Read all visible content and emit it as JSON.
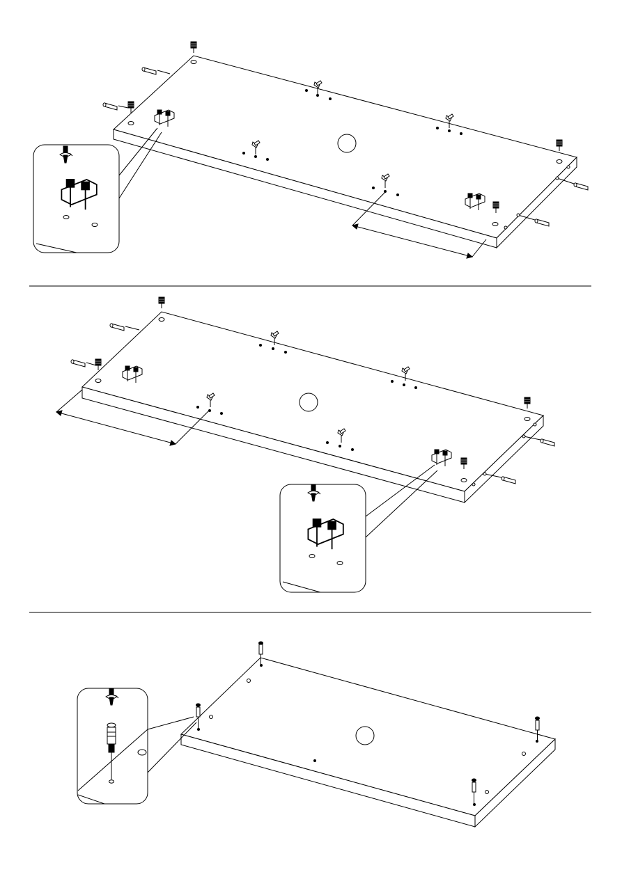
{
  "document": {
    "type": "assembly-instructions",
    "panels": [
      {
        "id": "step-a",
        "part_circle_label": "",
        "detail_callout": "left"
      },
      {
        "id": "step-b",
        "part_circle_label": "",
        "detail_callout": "right"
      },
      {
        "id": "step-c",
        "part_circle_label": "",
        "detail_callout": "left"
      }
    ],
    "icons": [
      "screwdriver-icon",
      "cam-lock-icon",
      "hinge-plate-icon",
      "wooden-dowel-icon",
      "cam-bolt-icon",
      "shelf-pin-icon"
    ]
  }
}
